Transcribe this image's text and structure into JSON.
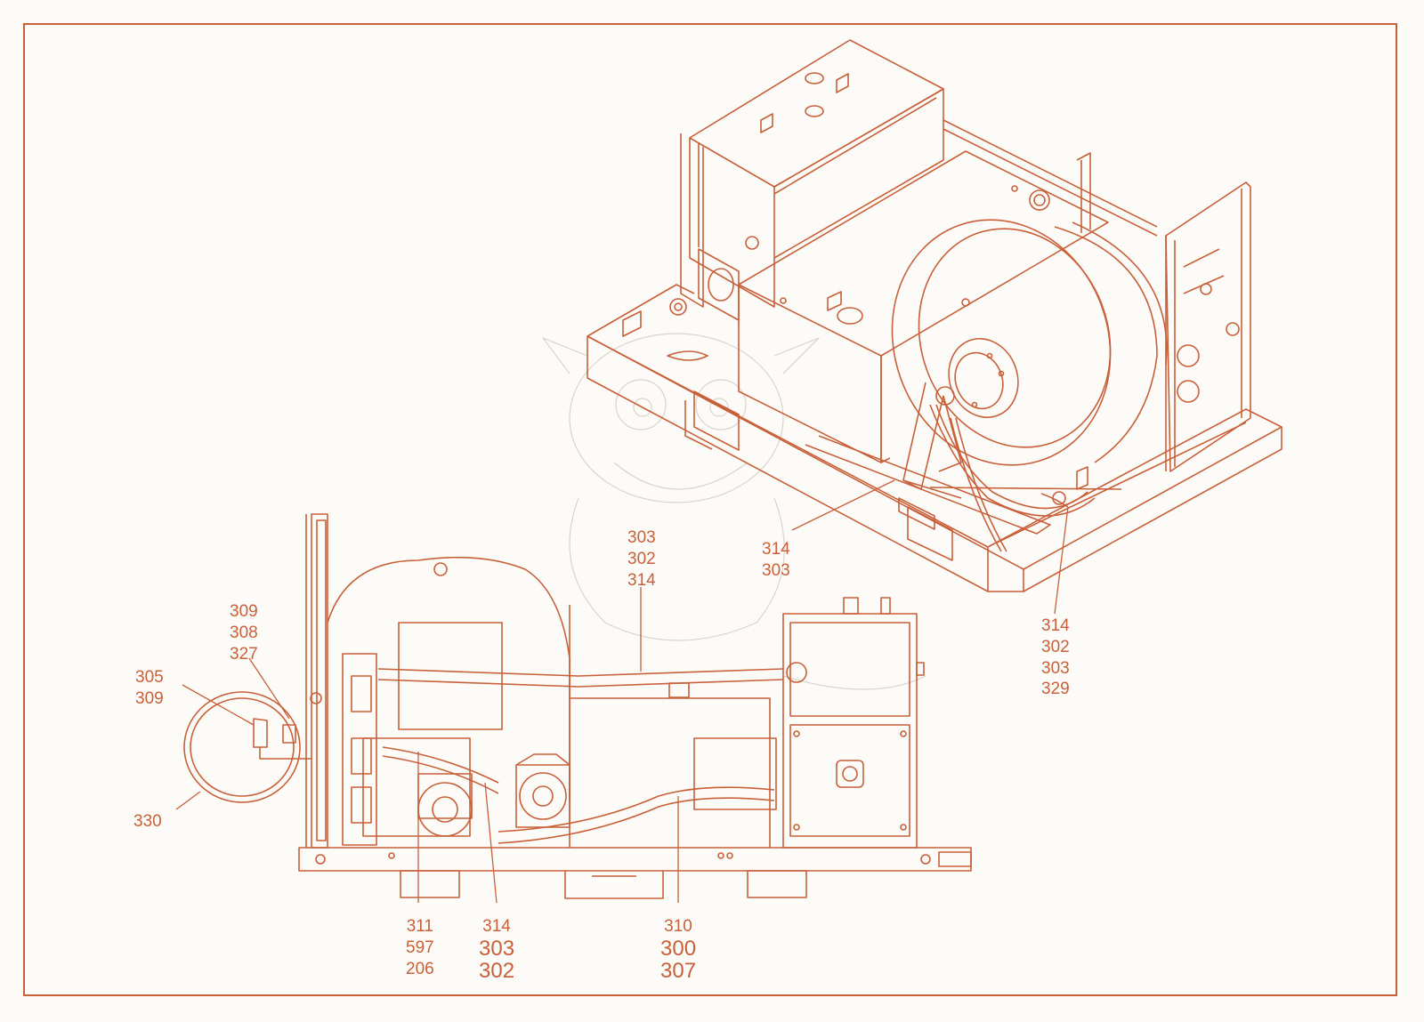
{
  "colors": {
    "line": "#c8603a",
    "background": "#fdfbf7",
    "watermark": "#d9d4cc"
  },
  "callouts": {
    "c_314_303": [
      "314",
      "303"
    ],
    "c_303_302_314": [
      "303",
      "302",
      "314"
    ],
    "c_314_302_303_329": [
      "314",
      "302",
      "303",
      "329"
    ],
    "c_309_308_327": [
      "309",
      "308",
      "327"
    ],
    "c_305_309": [
      "305",
      "309"
    ],
    "c_330": [
      "330"
    ],
    "c_311_597_206": [
      "311",
      "597",
      "206"
    ],
    "c_314_303_302": [
      "314",
      "303",
      "302"
    ],
    "c_310_300_307": [
      "310",
      "300",
      "307"
    ]
  }
}
